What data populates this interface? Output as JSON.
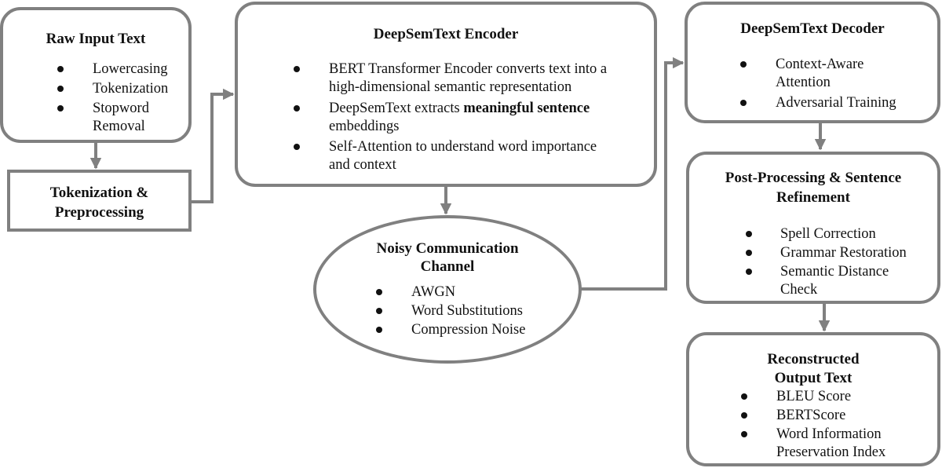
{
  "raw_input": {
    "title": "Raw Input Text",
    "items": [
      "Lowercasing",
      "Tokenization",
      "Stopword",
      "Removal"
    ]
  },
  "tokenization": {
    "line1": "Tokenization &",
    "line2": "Preprocessing"
  },
  "encoder": {
    "title": "DeepSemText Encoder",
    "lines": [
      "BERT Transformer Encoder converts text into a",
      "high-dimensional semantic representation",
      "DeepSemText extracts ",
      "meaningful sentence",
      "embeddings",
      "Self-Attention to understand word importance",
      "and context"
    ]
  },
  "channel": {
    "title1": "Noisy Communication",
    "title2": "Channel",
    "items": [
      "AWGN",
      "Word Substitutions",
      "Compression Noise"
    ]
  },
  "decoder": {
    "title": "DeepSemText Decoder",
    "items": [
      "Context-Aware",
      "Attention",
      "Adversarial Training"
    ]
  },
  "postprocessing": {
    "title1": "Post-Processing & Sentence",
    "title2": "Refinement",
    "items": [
      "Spell Correction",
      "Grammar Restoration",
      "Semantic Distance",
      "Check"
    ]
  },
  "output": {
    "title1": "Reconstructed",
    "title2": "Output Text",
    "items": [
      "BLEU Score",
      "BERTScore",
      "Word Information",
      "Preservation Index"
    ]
  },
  "colors": {
    "border": "#808080",
    "arrow": "#808080",
    "text": "#111111"
  }
}
